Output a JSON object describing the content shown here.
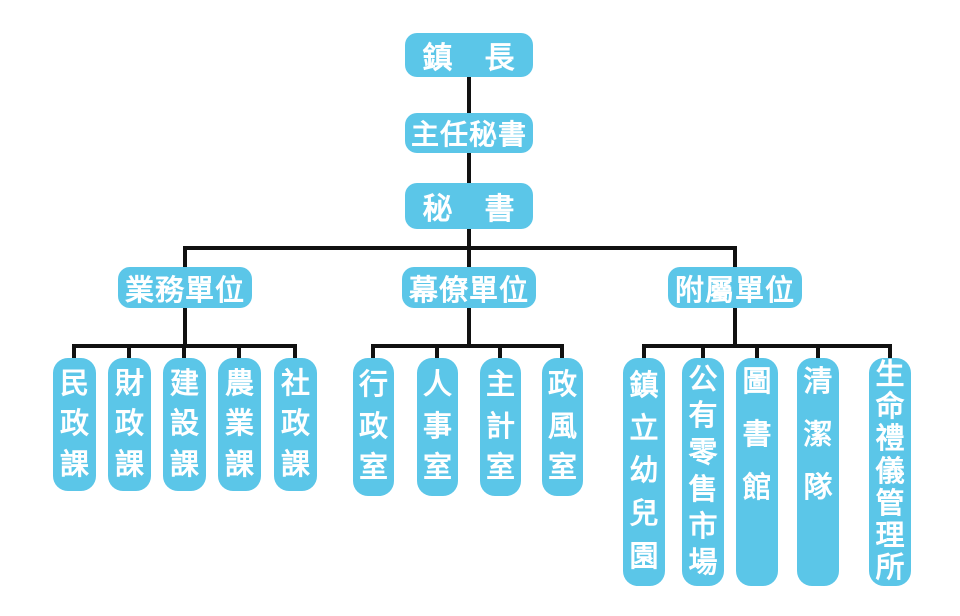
{
  "colors": {
    "node_fill": "#5BC6E8",
    "node_text": "#FFFFFF",
    "connector": "#111111"
  },
  "org": {
    "root": {
      "label": "鎮　長"
    },
    "level2": {
      "label": "主任秘書"
    },
    "level3": {
      "label": "秘　書"
    },
    "branches": [
      {
        "label": "業務單位",
        "children": [
          "民政課",
          "財政課",
          "建設課",
          "農業課",
          "社政課"
        ]
      },
      {
        "label": "幕僚單位",
        "children": [
          "行政室",
          "人事室",
          "主計室",
          "政風室"
        ]
      },
      {
        "label": "附屬單位",
        "children": [
          "鎮立幼兒園",
          "公有零售市場",
          "圖書館",
          "清潔隊",
          "生命禮儀管理所"
        ]
      }
    ]
  }
}
